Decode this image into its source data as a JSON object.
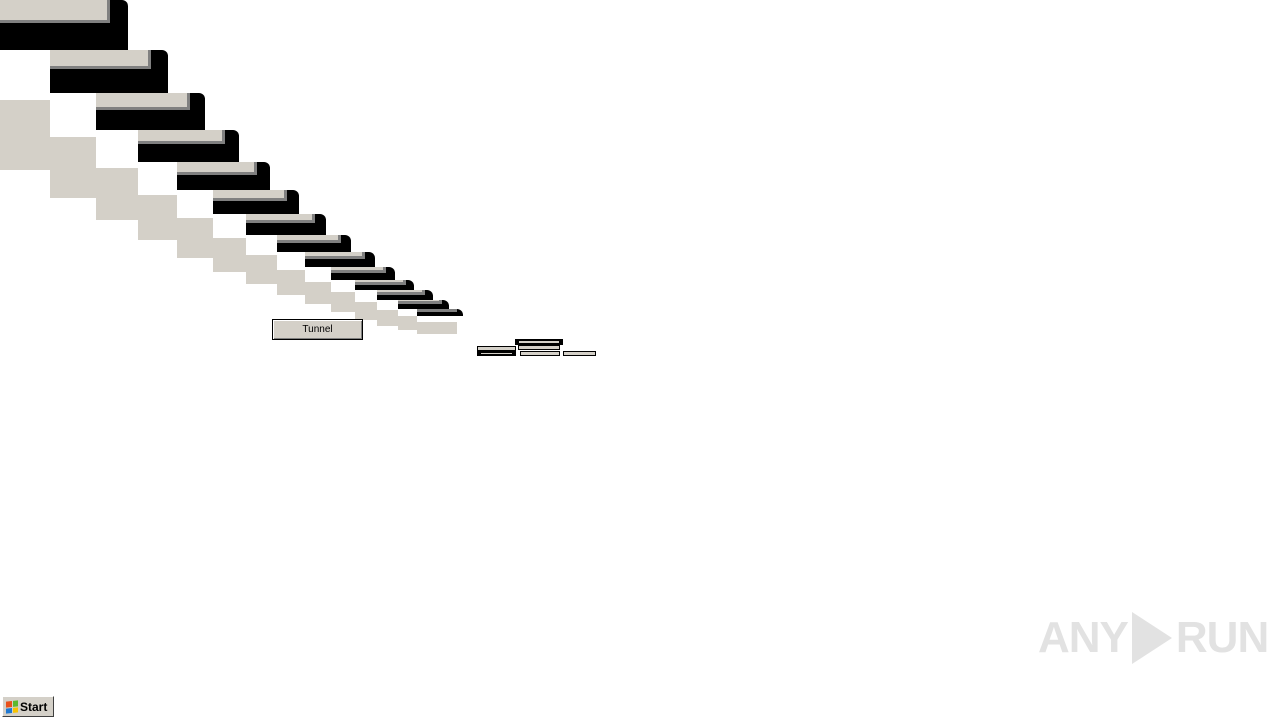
{
  "window": {
    "tunnel_button_label": "Tunnel"
  },
  "taskbar": {
    "start_label": "Start",
    "start_icon": "windows-flag-icon"
  },
  "watermark": {
    "left": "ANY",
    "right": "RUN"
  },
  "colors": {
    "button_face": "#d4d0c8",
    "shadow": "#808080",
    "dark": "#000000",
    "background": "#ffffff"
  }
}
